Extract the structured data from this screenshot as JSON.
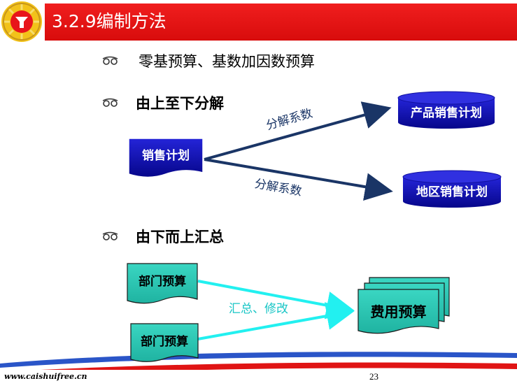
{
  "header": {
    "title": "3.2.9编制方法"
  },
  "bullets": [
    {
      "text": "零基预算、基数加因数预算"
    },
    {
      "text": "由上至下分解"
    },
    {
      "text": "由下而上汇总"
    }
  ],
  "top_down": {
    "source": "销售计划",
    "target_upper": "产品销售计划",
    "target_lower": "地区销售计划",
    "arrow_label_upper": "分解系数",
    "arrow_label_lower": "分解系数"
  },
  "bottom_up": {
    "source_upper": "部门预算",
    "source_lower": "部门预算",
    "target": "费用预算",
    "arrow_label": "汇总、修改"
  },
  "footer": {
    "url": "www.caishuifree.cn",
    "page_number": "23"
  },
  "colors": {
    "header_red": "#e01414",
    "navy_box": "#0a0aa8",
    "arrow_navy": "#1a3566",
    "teal_box": "#2cc7b4",
    "cyan_arrow": "#22f0f0",
    "cyan_label": "#19c6c6"
  }
}
